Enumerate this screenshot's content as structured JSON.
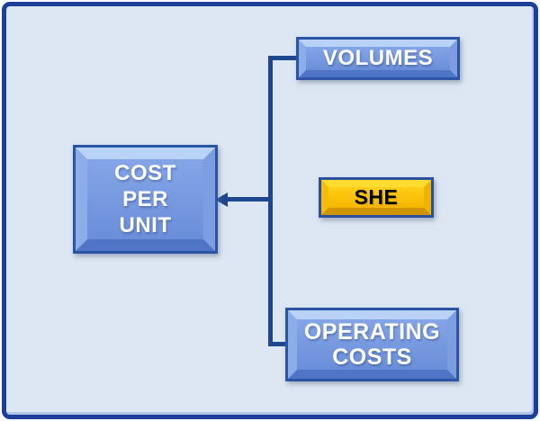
{
  "diagram": {
    "colors": {
      "page_background": "#ffffff",
      "canvas_background": "#dde7f3",
      "frame_border": "#1d3f9a",
      "connector": "#1d478f",
      "blue_node_face": "#7095dc",
      "blue_node_border": "#2a55a4",
      "she_node_face": "#ffc103",
      "she_node_border": "#2a4f9e",
      "node_text_light": "#ffffff",
      "node_text_dark": "#000000"
    },
    "nodes": {
      "cost_per_unit": {
        "lines": [
          "COST",
          "PER",
          "UNIT"
        ]
      },
      "volumes": {
        "label": "VOLUMES"
      },
      "she": {
        "label": "SHE"
      },
      "operating_costs": {
        "lines": [
          "OPERATING",
          "COSTS"
        ]
      }
    },
    "connector": {
      "description": "bracket from VOLUMES, SHE and OPERATING COSTS pointing into COST PER UNIT",
      "arrow_direction": "left"
    }
  }
}
